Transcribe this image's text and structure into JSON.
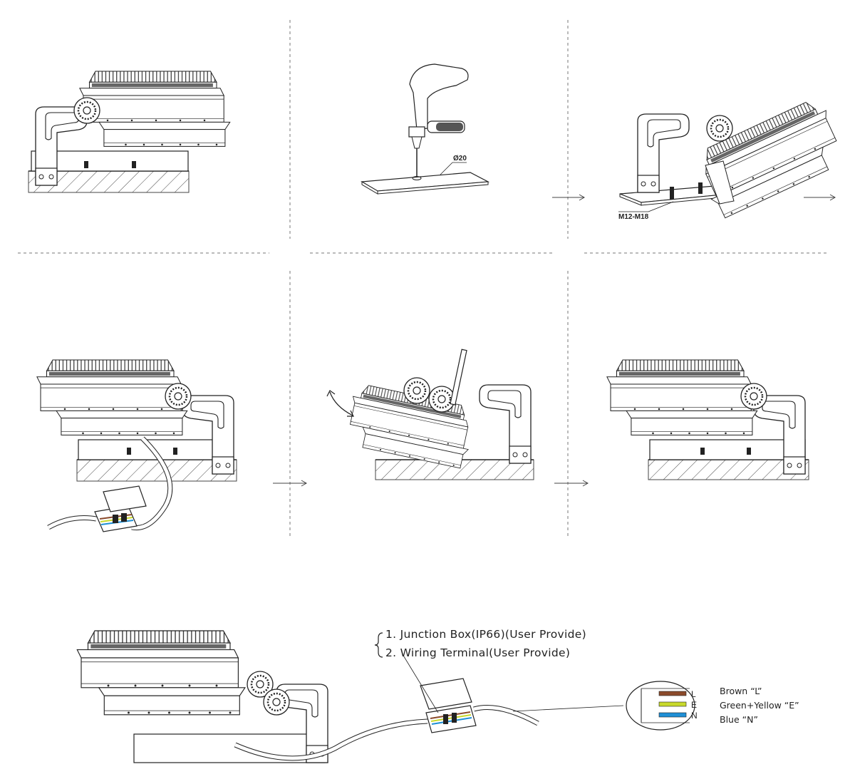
{
  "step2": {
    "hole_label": "Ø20"
  },
  "step3": {
    "bolt_label": "M12-M18"
  },
  "notes": {
    "junction_box": "1. Junction Box(IP66)(User Provide)",
    "wiring_terminal": "2. Wiring Terminal(User Provide)"
  },
  "wiring": {
    "letters": [
      "L",
      "E",
      "N"
    ],
    "legend": [
      {
        "text": "Brown  “L”",
        "color": "#8b4a2b"
      },
      {
        "text": "Green+Yellow  “E”",
        "color": "#c8d92b"
      },
      {
        "text": "Blue  “N”",
        "color": "#1f8fd6"
      }
    ]
  }
}
